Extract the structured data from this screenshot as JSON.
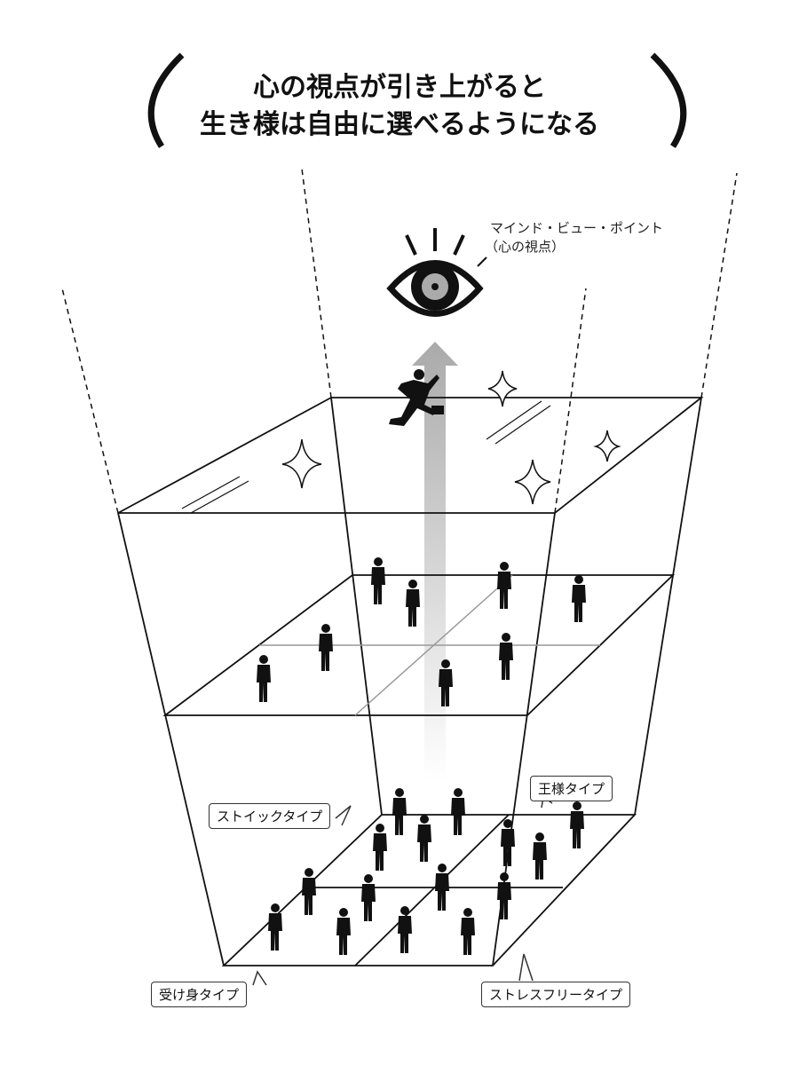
{
  "title": {
    "line1": "心の視点が引き上がると",
    "line2": "生き様は自由に選べるようになる"
  },
  "eye_label": {
    "line1": "マインド・ビュー・ポイント",
    "line2": "（心の視点）"
  },
  "callouts": {
    "stoic": "ストイックタイプ",
    "king": "王様タイプ",
    "passive": "受け身タイプ",
    "stressfree": "ストレスフリータイプ"
  },
  "colors": {
    "line": "#111111",
    "arrow": "#bbbbbb"
  }
}
